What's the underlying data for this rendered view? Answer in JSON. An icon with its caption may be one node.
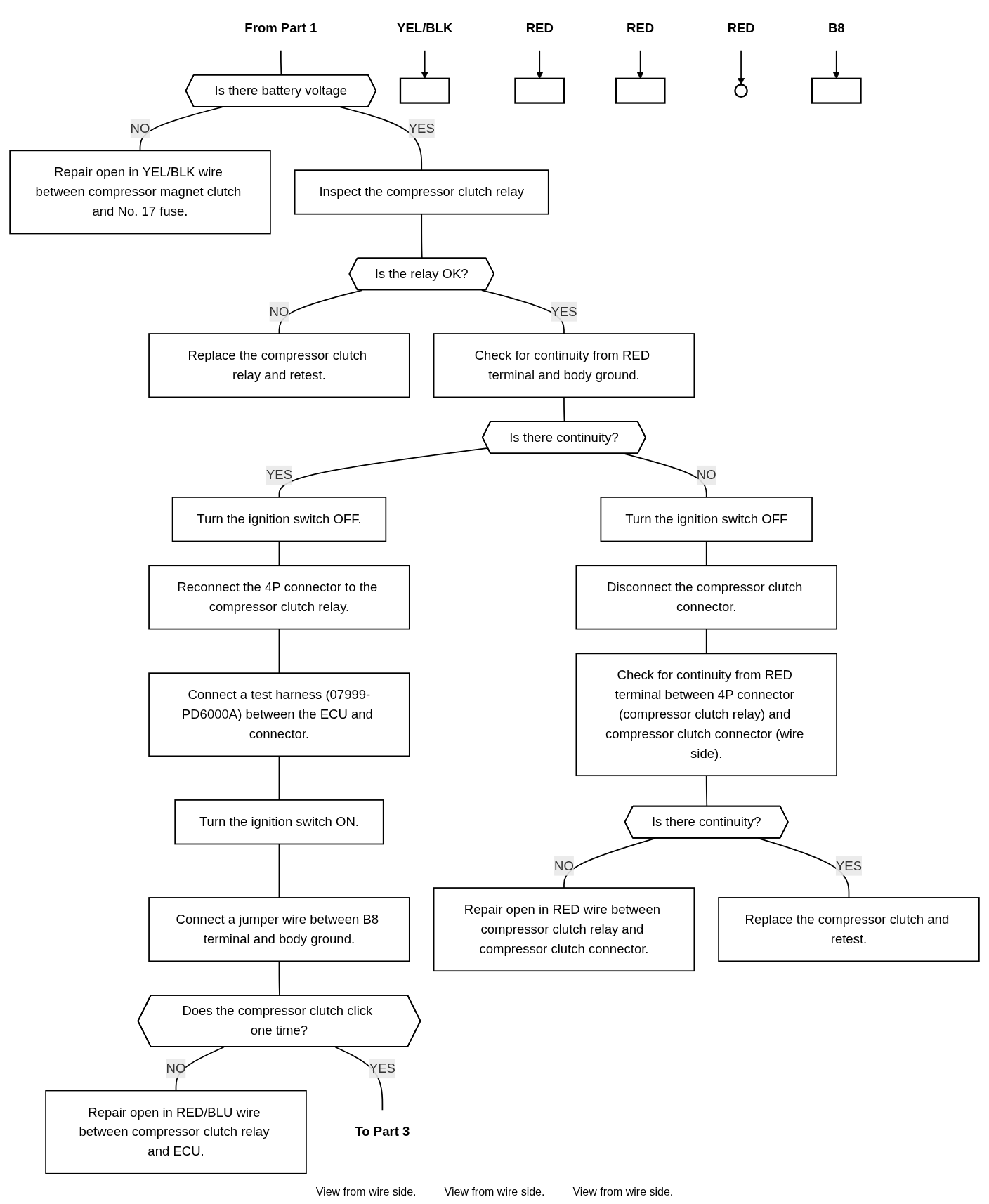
{
  "diagram": {
    "nodes": [
      {
        "text": [
          "From Part 1"
        ]
      },
      {
        "text": [
          "Is there battery voltage"
        ]
      },
      {
        "text": [
          "Repair open in YEL/BLK wire between compressor magnet clutch and No. 17 fuse."
        ]
      },
      {
        "text": [
          "Inspect the compressor clutch relay"
        ]
      },
      {
        "text": [
          "Is the relay OK?"
        ]
      },
      {
        "text": [
          "Replace the compressor clutch relay and retest."
        ]
      },
      {
        "text": [
          "Check for continuity from RED terminal and body ground."
        ]
      },
      {
        "text": [
          "Is there continuity?"
        ]
      },
      {
        "text": [
          "Turn the ignition switch OFF."
        ]
      },
      {
        "text": [
          "Reconnect the 4P connector to the compressor clutch relay."
        ]
      },
      {
        "text": [
          "Connect a test harness (07999-PD6000A) between the ECU and connector."
        ]
      },
      {
        "text": [
          "Turn the ignition switch ON."
        ]
      },
      {
        "text": [
          "Connect a jumper wire between B8 terminal and body ground."
        ]
      },
      {
        "text": [
          "Does the compressor clutch click one time?"
        ]
      },
      {
        "text": [
          "Repair open in RED/BLU wire between compressor clutch relay and ECU."
        ]
      },
      {
        "text": [
          "To Part 3"
        ]
      },
      {
        "text": [
          "Turn the ignition switch OFF"
        ]
      },
      {
        "text": [
          "Disconnect the compressor clutch connector."
        ]
      },
      {
        "text": [
          "Check for continuity from RED terminal between 4P connector (compressor clutch relay) and compressor clutch connector (wire side)."
        ]
      },
      {
        "text": [
          "Is there continuity?"
        ]
      },
      {
        "text": [
          "Repair open in RED wire between compressor clutch relay and compressor clutch connector."
        ]
      },
      {
        "text": [
          "Replace the compressor clutch and retest."
        ]
      },
      {
        "text": [
          "YEL/BLK"
        ]
      },
      {
        "text": [],
        "shape": "box"
      },
      {
        "text": [
          "RED"
        ]
      },
      {
        "text": [],
        "shape": "box"
      },
      {
        "text": [
          "RED"
        ]
      },
      {
        "text": [],
        "shape": "box"
      },
      {
        "text": [
          "RED"
        ]
      },
      {
        "text": [],
        "shape": "circle"
      },
      {
        "text": [
          "B8"
        ]
      },
      {
        "text": [],
        "shape": "box"
      }
    ],
    "edges": [
      {
        "from": 0,
        "to": 1,
        "arrow": "none"
      },
      {
        "from": 1,
        "to": 2,
        "arrow": "none",
        "label": "NO"
      },
      {
        "from": 1,
        "to": 3,
        "arrow": "none",
        "label": "YES"
      },
      {
        "from": 3,
        "to": 4,
        "arrow": "none"
      },
      {
        "from": 4,
        "to": 5,
        "arrow": "none",
        "label": "NO"
      },
      {
        "from": 4,
        "to": 6,
        "arrow": "none",
        "label": "YES"
      },
      {
        "from": 6,
        "to": 7,
        "arrow": "none"
      },
      {
        "from": 7,
        "to": 8,
        "arrow": "none",
        "label": "YES"
      },
      {
        "from": 7,
        "to": 16,
        "arrow": "none",
        "label": "NO"
      },
      {
        "from": 8,
        "to": 9,
        "arrow": "none"
      },
      {
        "from": 9,
        "to": 10,
        "arrow": "none"
      },
      {
        "from": 10,
        "to": 11,
        "arrow": "none"
      },
      {
        "from": 11,
        "to": 12,
        "arrow": "none"
      },
      {
        "from": 12,
        "to": 13,
        "arrow": "none"
      },
      {
        "from": 13,
        "to": 14,
        "arrow": "none",
        "label": "NO"
      },
      {
        "from": 13,
        "to": 15,
        "arrow": "none",
        "label": "YES"
      },
      {
        "from": 16,
        "to": 17,
        "arrow": "none"
      },
      {
        "from": 17,
        "to": 18,
        "arrow": "none"
      },
      {
        "from": 18,
        "to": 19,
        "arrow": "none"
      },
      {
        "from": 19,
        "to": 20,
        "arrow": "none",
        "label": "NO"
      },
      {
        "from": 19,
        "to": 21,
        "arrow": "none",
        "label": "YES"
      },
      {
        "from": 22,
        "to": 23,
        "arrow": "to"
      },
      {
        "from": 24,
        "to": 25,
        "arrow": "to"
      },
      {
        "from": 26,
        "to": 27,
        "arrow": "to"
      },
      {
        "from": 28,
        "to": 29,
        "arrow": "to"
      },
      {
        "from": 30,
        "to": 31,
        "arrow": "to"
      }
    ],
    "labels": [
      "View from wire side.",
      "View from wire side.",
      "View from wire side."
    ]
  }
}
